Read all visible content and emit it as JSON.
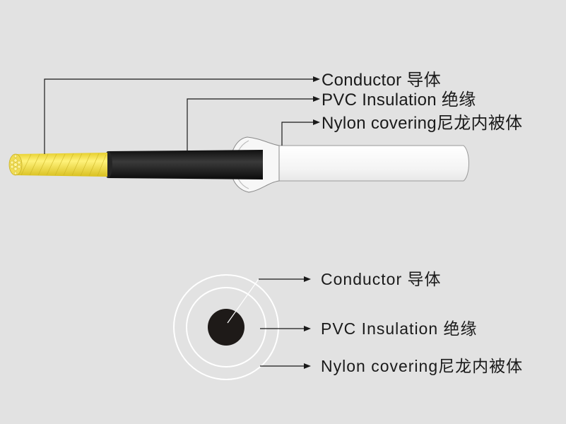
{
  "diagram": {
    "background_color": "#e2e2e2",
    "colors": {
      "conductor": "#f2e04a",
      "conductor_end": "#e8d64a",
      "insulation": "#1c1c1c",
      "nylon": "#f3f3f3",
      "line": "#1a1a1a"
    },
    "side_view": {
      "labels": {
        "conductor": "Conductor 导体",
        "insulation": "PVC Insulation 绝缘",
        "nylon": "Nylon covering尼龙内被体"
      }
    },
    "cross_section": {
      "labels": {
        "conductor": "Conductor 导体",
        "insulation": "PVC Insulation 绝缘",
        "nylon": "Nylon covering尼龙内被体"
      }
    }
  }
}
